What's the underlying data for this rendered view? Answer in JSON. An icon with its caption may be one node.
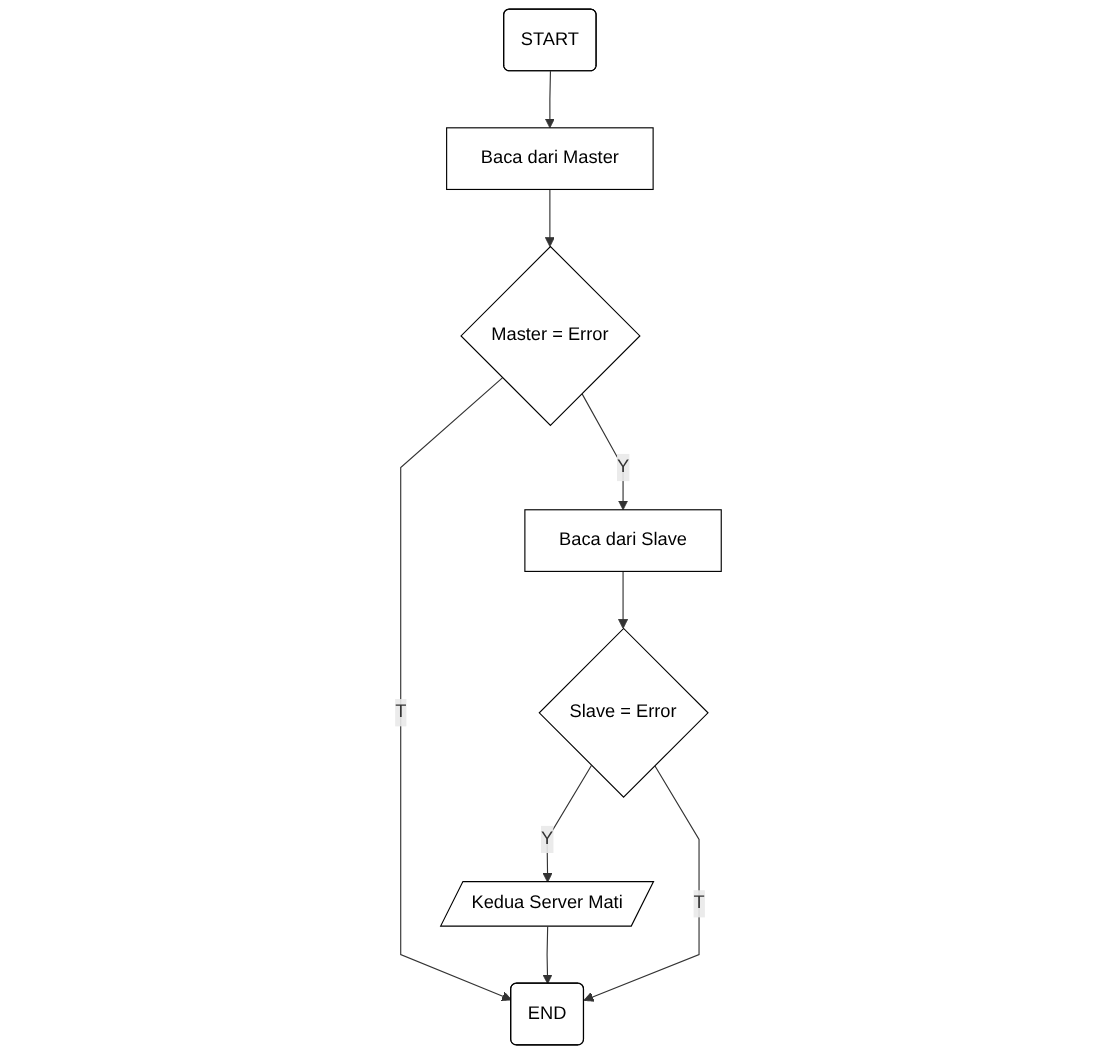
{
  "diagram": {
    "nodes": [
      {
        "text": [
          "START"
        ]
      },
      {
        "text": [
          "Baca dari Master"
        ]
      },
      {
        "text": [
          "Master = Error"
        ]
      },
      {
        "text": [
          "Baca dari Slave"
        ]
      },
      {
        "text": [
          "Slave = Error"
        ]
      },
      {
        "text": [
          "Kedua Server Mati"
        ]
      },
      {
        "text": [
          "END"
        ]
      }
    ],
    "edges": [
      {
        "from": 0,
        "to": 1,
        "arrow": "to"
      },
      {
        "from": 1,
        "to": 2,
        "arrow": "to"
      },
      {
        "from": 2,
        "to": 3,
        "label": "Y",
        "arrow": "to"
      },
      {
        "from": 2,
        "to": 6,
        "label": "T",
        "arrow": "to"
      },
      {
        "from": 3,
        "to": 4,
        "arrow": "to"
      },
      {
        "from": 4,
        "to": 5,
        "label": "Y",
        "arrow": "to"
      },
      {
        "from": 5,
        "to": 6,
        "arrow": "to"
      },
      {
        "from": 4,
        "to": 6,
        "label": "T",
        "arrow": "to"
      }
    ]
  }
}
